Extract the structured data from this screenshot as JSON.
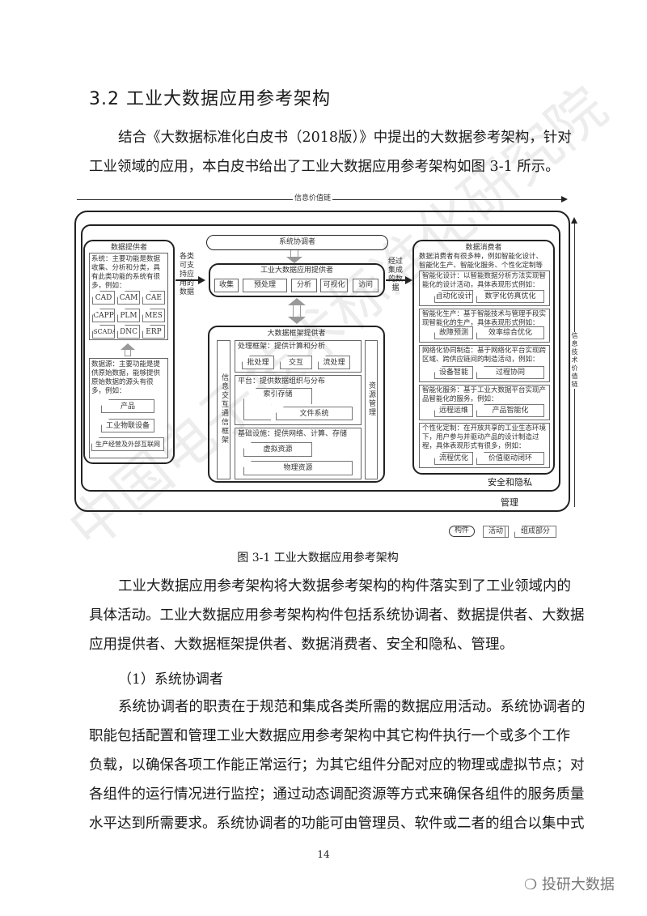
{
  "heading": "3.2  工业大数据应用参考架构",
  "intro": [
    "结合《大数据标准化白皮书（2018版）》中提出的大数据参考架构，针对",
    "工业领域的应用，本白皮书给出了工业大数据应用参考架构如图 3-1 所示。"
  ],
  "diagram": {
    "value_chain": "信息价值链",
    "it_value_chain": "信息技术价值链",
    "provider": {
      "title": "数据提供者",
      "system_text": "系统：主要功能是数据收集、分析和分类，具有此类功能的系统有很多，例如：",
      "systems": [
        "CAD",
        "CAM",
        "CAE",
        "CAPP",
        "PLM",
        "MES",
        "SCADA",
        "DNC",
        "ERP"
      ],
      "source_text": "数据源：主要功能是提供原始数据，能够提供原始数据的源头有很多，例如：",
      "sources": [
        "产品",
        "工业物联设备",
        "生产经营及外部互联网"
      ]
    },
    "supported_data": "各类可支持应用的数据",
    "integrated_data": "经过集成的数据",
    "orchestrator": "系统协调者",
    "app_provider": {
      "title": "工业大数据应用提供者",
      "steps": [
        "收集",
        "预处理",
        "分析",
        "可视化",
        "访问"
      ]
    },
    "framework": {
      "title": "大数据框架提供者",
      "left_col": "信息交互通信框架",
      "right_col": "资源管理",
      "processing": {
        "text": "处理框架：提供计算和分析",
        "items": [
          "批处理",
          "交互",
          "流处理"
        ]
      },
      "platform": {
        "text": "平台：提供数据组织与分布",
        "items": [
          "索引存储",
          "文件系统"
        ]
      },
      "infra": {
        "text": "基础设施：提供网络、计算、存储",
        "items": [
          "虚拟资源",
          "物理资源"
        ]
      }
    },
    "consumer": {
      "title": "数据消费者",
      "text": "数据消费者有很多种，例如智能化设计、智能化生产、智能化服务、个性化定制等",
      "sections": [
        {
          "text": "智能化设计：以智能数据分析方法实现智能化的设计活动，具体表现形式例如：",
          "items": [
            "自动化设计",
            "数字化仿真优化"
          ]
        },
        {
          "text": "智能化生产：基于智能技术与管理手段实现智能化的生产，具体表现形式例如：",
          "items": [
            "故障预测",
            "效率综合优化"
          ]
        },
        {
          "text": "网络化协同制造：基于网络化平台实现跨区域、跨供应链间的制造活动，例如：",
          "items": [
            "设备智能",
            "过程协同"
          ]
        },
        {
          "text": "智能化服务：基于工业大数据平台实现产品智能化的服务，例如：",
          "items": [
            "远程运维",
            "产品智能化"
          ]
        },
        {
          "text": "个性化定制：在开放共享的工业生态环境下，用户参与并驱动产品的设计制造过程，具体表现形式有很多，例如：",
          "items": [
            "流程优化",
            "价值驱动闭环"
          ]
        }
      ]
    },
    "security": "安全和隐私",
    "management": "管理",
    "legend": [
      "构件",
      "活动",
      "组成部分"
    ]
  },
  "caption": "图 3-1  工业大数据应用参考架构",
  "para2": [
    "工业大数据应用参考架构将大数据参考架构的构件落实到了工业领域内的",
    "具体活动。工业大数据应用参考架构构件包括系统协调者、数据提供者、大数据",
    "应用提供者、大数据框架提供者、数据消费者、安全和隐私、管理。"
  ],
  "subheading": "（1）系统协调者",
  "para3": [
    "系统协调者的职责在于规范和集成各类所需的数据应用活动。系统协调者的",
    "职能包括配置和管理工业大数据应用参考架构中其它构件执行一个或多个工作",
    "负载，以确保各项工作能正常运行；为其它组件分配对应的物理或虚拟节点；对",
    "各组件的运行情况进行监控；通过动态调配资源等方式来确保各组件的服务质量",
    "水平达到所需要求。系统协调者的功能可由管理员、软件或二者的组合以集中式"
  ],
  "page_number": "14",
  "watermark": "中国电子技术标准化研究院",
  "logo": "投研大数据"
}
